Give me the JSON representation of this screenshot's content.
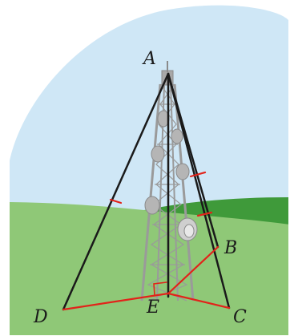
{
  "labels": {
    "A": "A",
    "B": "B",
    "C": "C",
    "D": "D",
    "E": "E"
  },
  "colors": {
    "sky": "#cfe7f6",
    "ground_light": "#8fc877",
    "ground_dark": "#3f9a3a",
    "tower": "#9a9a9a",
    "dish": "#b8b8b8",
    "black_line": "#1a1a1a",
    "red_line": "#e2231a"
  },
  "icons": {
    "tower": "lattice-radio-tower-icon",
    "dish": "satellite-dish-icon"
  }
}
